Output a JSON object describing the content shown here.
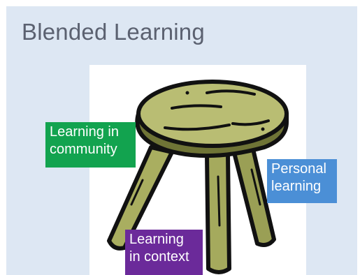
{
  "slide": {
    "title": "Blended Learning",
    "background_color": "#dde7f3",
    "image": {
      "subject": "stool-icon"
    },
    "labels": {
      "community": {
        "line1": "Learning in",
        "line2": "community",
        "color": "#12a34f"
      },
      "personal": {
        "line1": "Personal",
        "line2": "learning",
        "color": "#4b8fd6"
      },
      "context": {
        "line1": "Learning",
        "line2": "in context",
        "color": "#6b2a9a"
      }
    }
  }
}
